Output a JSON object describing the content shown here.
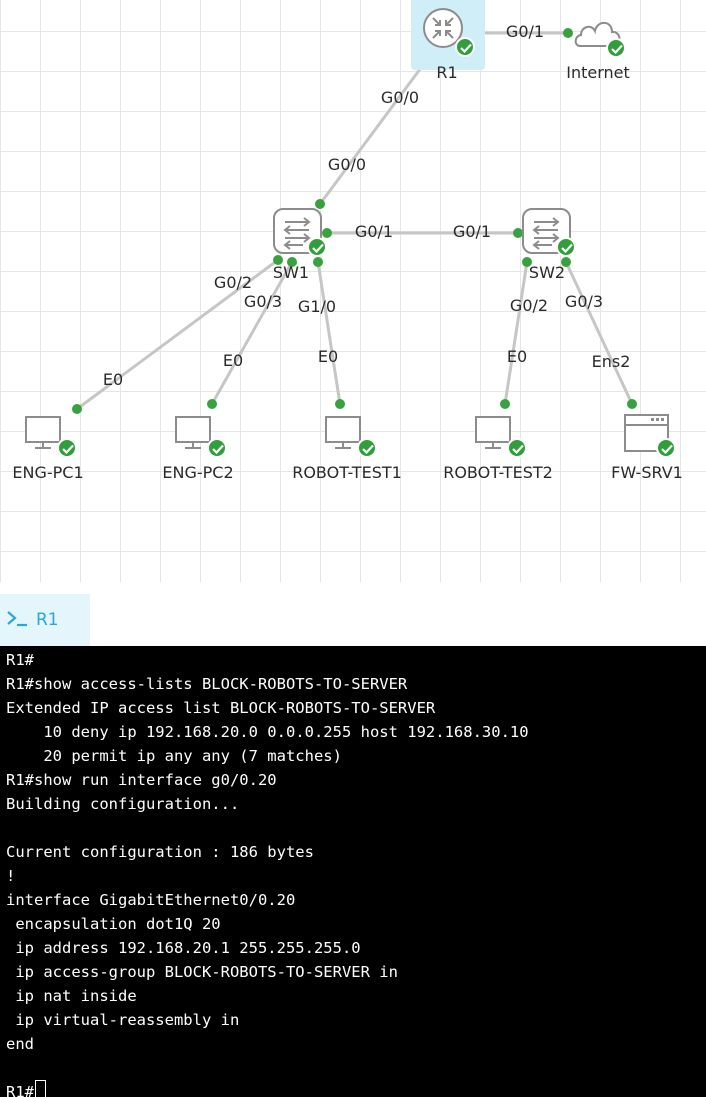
{
  "topology": {
    "devices": {
      "r1": "R1",
      "internet": "Internet",
      "sw1": "SW1",
      "sw2": "SW2",
      "eng_pc1": "ENG-PC1",
      "eng_pc2": "ENG-PC2",
      "robot_test1": "ROBOT-TEST1",
      "robot_test2": "ROBOT-TEST2",
      "fw_srv1": "FW-SRV1"
    },
    "ports": {
      "r1_g01": "G0/1",
      "r1_g00": "G0/0",
      "sw1_g00": "G0/0",
      "sw1_g01": "G0/1",
      "sw2_g01": "G0/1",
      "sw1_g02": "G0/2",
      "sw1_g03": "G0/3",
      "sw1_g10": "G1/0",
      "sw2_g02": "G0/2",
      "sw2_g03": "G0/3",
      "pc1_e0": "E0",
      "pc2_e0": "E0",
      "rt1_e0": "E0",
      "rt2_e0": "E0",
      "srv_ens2": "Ens2"
    },
    "status_color": "#2f9e3b",
    "link_dot_color": "#37a23f"
  },
  "console": {
    "tab_label": "R1",
    "tab_icon": "terminal-prompt-icon",
    "lines": [
      "R1#",
      "R1#show access-lists BLOCK-ROBOTS-TO-SERVER",
      "Extended IP access list BLOCK-ROBOTS-TO-SERVER",
      "    10 deny ip 192.168.20.0 0.0.0.255 host 192.168.30.10",
      "    20 permit ip any any (7 matches)",
      "R1#show run interface g0/0.20",
      "Building configuration...",
      "",
      "Current configuration : 186 bytes",
      "!",
      "interface GigabitEthernet0/0.20",
      " encapsulation dot1Q 20",
      " ip address 192.168.20.1 255.255.255.0",
      " ip access-group BLOCK-ROBOTS-TO-SERVER in",
      " ip nat inside",
      " ip virtual-reassembly in",
      "end",
      ""
    ],
    "prompt": "R1#"
  }
}
